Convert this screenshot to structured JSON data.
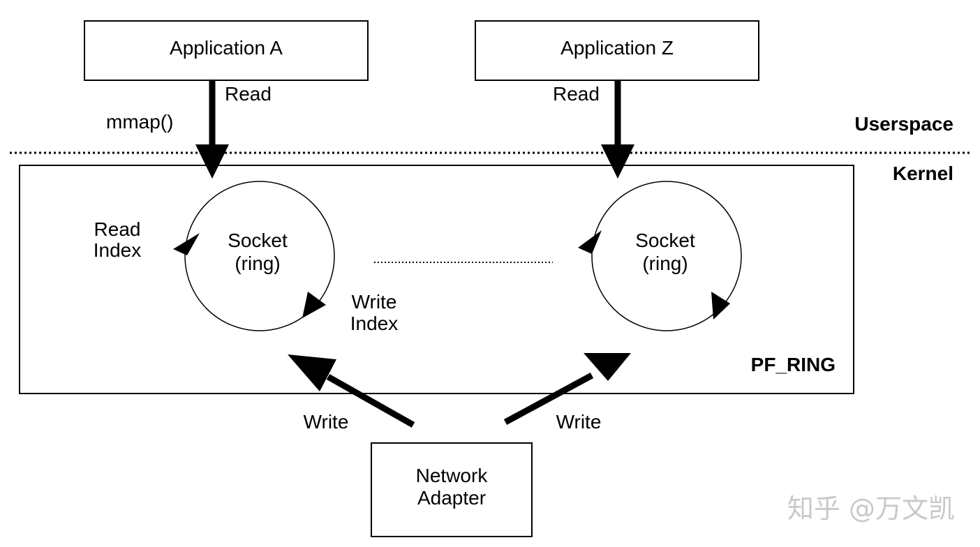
{
  "boxes": {
    "app_a": "Application A",
    "app_z": "Application Z",
    "adapter_line1": "Network",
    "adapter_line2": "Adapter"
  },
  "regions": {
    "userspace": "Userspace",
    "kernel": "Kernel",
    "pf_ring": "PF_RING"
  },
  "sockets": [
    {
      "line1": "Socket",
      "line2": "(ring)"
    },
    {
      "line1": "Socket",
      "line2": "(ring)"
    }
  ],
  "labels": {
    "read_a": "Read",
    "mmap": "mmap()",
    "read_z": "Read",
    "read_index_line1": "Read",
    "read_index_line2": "Index",
    "write_index_line1": "Write",
    "write_index_line2": "Index",
    "write_left": "Write",
    "write_right": "Write"
  },
  "watermark": "知乎 @万文凯",
  "colors": {
    "ink": "#000000",
    "background": "#ffffff",
    "watermark": "#c9c9c9"
  }
}
